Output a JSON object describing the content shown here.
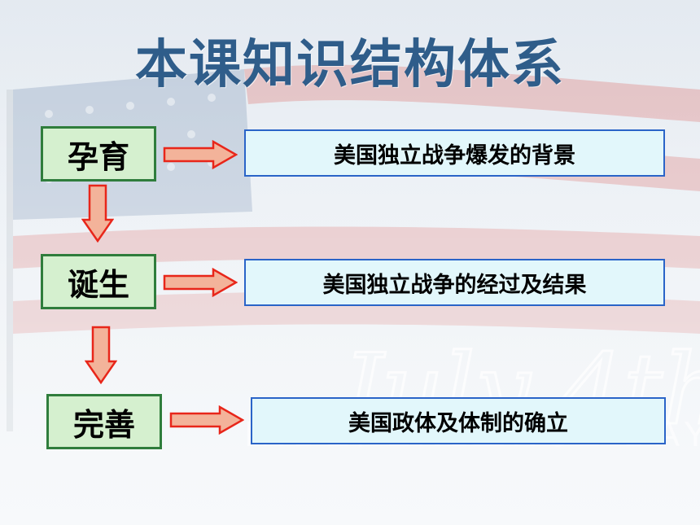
{
  "slide": {
    "title": "本课知识结构体系",
    "stages": [
      {
        "label": "孕育",
        "description": "美国独立战争爆发的背景"
      },
      {
        "label": "诞生",
        "description": "美国独立战争的经过及结果"
      },
      {
        "label": "完善",
        "description": "美国政体及体制的确立"
      }
    ]
  },
  "background": {
    "watermark_script": "July 4th",
    "watermark_text": "INDEPENDENCE DAY"
  },
  "colors": {
    "title": "#2f5d8a",
    "stage_border": "#2f7d3c",
    "stage_fill": "#d5f0cf",
    "desc_border": "#2a64c8",
    "desc_fill": "#e2f7fb",
    "arrow_fill": "#f3b39a",
    "arrow_stroke": "#e8261a"
  }
}
